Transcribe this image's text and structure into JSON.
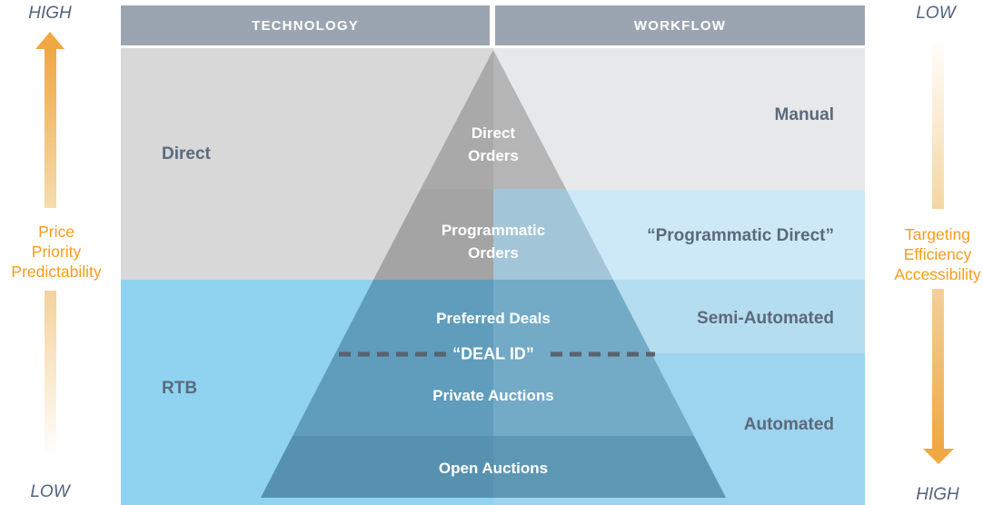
{
  "left_axis": {
    "top_label": "HIGH",
    "bottom_label": "LOW",
    "caption_lines": [
      "Price",
      "Priority",
      "Predictability"
    ],
    "direction": "up"
  },
  "right_axis": {
    "top_label": "LOW",
    "bottom_label": "HIGH",
    "caption_lines": [
      "Targeting",
      "Efficiency",
      "Accessibility"
    ],
    "direction": "down"
  },
  "columns": {
    "technology": {
      "header": "TECHNOLOGY",
      "bands": [
        {
          "label": "Direct"
        },
        {
          "label": "RTB"
        }
      ]
    },
    "workflow": {
      "header": "WORKFLOW",
      "bands": [
        {
          "label": "Manual"
        },
        {
          "label": "“Programmatic Direct”"
        },
        {
          "label": "Semi-Automated"
        },
        {
          "label": "Automated"
        }
      ]
    }
  },
  "pyramid": {
    "layers": [
      {
        "name": "direct-orders",
        "lines": [
          "Direct",
          "Orders"
        ]
      },
      {
        "name": "programmatic-orders",
        "lines": [
          "Programmatic",
          "Orders"
        ]
      },
      {
        "name": "preferred-deals",
        "lines": [
          "Preferred Deals"
        ]
      },
      {
        "name": "deal-id-divider",
        "lines": [
          "“DEAL ID”"
        ]
      },
      {
        "name": "private-auctions",
        "lines": [
          "Private Auctions"
        ]
      },
      {
        "name": "open-auctions",
        "lines": [
          "Open Auctions"
        ]
      }
    ]
  },
  "colors": {
    "header_bar": "#9ba5b1",
    "band_direct": "#d8d8d8",
    "band_rtb": "#8fd3f1",
    "band_manual": "#e7e8ea",
    "band_programmatic_direct": "#cde9f7",
    "band_semi_automated": "#b5ddf0",
    "band_automated": "#9dd4f0",
    "pyramid_gray_left": "#a9a9a9",
    "pyramid_gray_right": "#b5b5b5",
    "pyramid_blue_left": "#609cbb",
    "pyramid_blue_right": "#73aac6",
    "pyramid_deep_left": "#5691af",
    "pyramid_deep_right": "#5e97b3",
    "dashed_line": "#59626d",
    "arrow_orange": "#efa844",
    "axis_caption_text": "#f89c1c",
    "slate_text": "#5b6a7b",
    "high_low_text": "#51637e"
  }
}
